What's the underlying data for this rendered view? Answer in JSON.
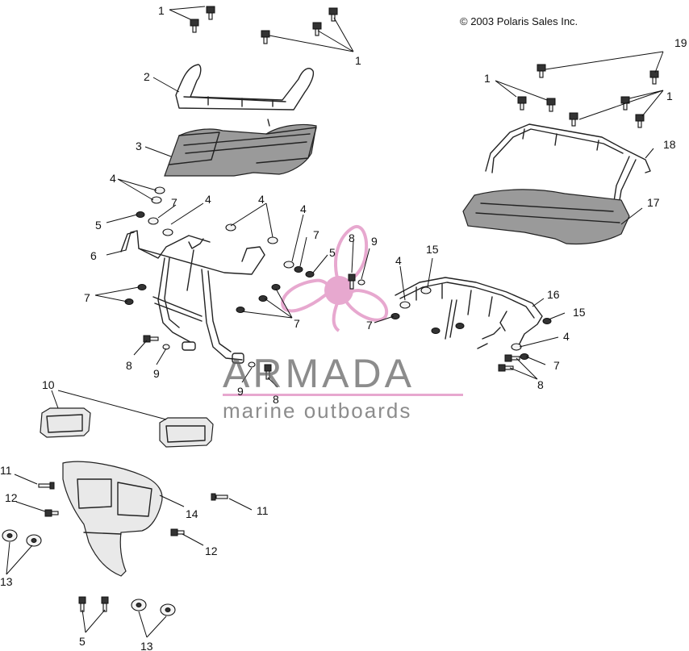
{
  "copyright": "© 2003 Polaris Sales Inc.",
  "watermark": {
    "brand": "ARMADA",
    "tagline": "marine outboards",
    "logo_color": "#e7a8cf",
    "text_color": "#5f5f5f",
    "line_color": "#e7a8cf"
  },
  "callouts": [
    {
      "id": "c1a",
      "text": "1"
    },
    {
      "id": "c1b",
      "text": "1"
    },
    {
      "id": "c1c",
      "text": "1"
    },
    {
      "id": "c1d",
      "text": "1"
    },
    {
      "id": "c2",
      "text": "2"
    },
    {
      "id": "c3",
      "text": "3"
    },
    {
      "id": "c4a",
      "text": "4"
    },
    {
      "id": "c4b",
      "text": "4"
    },
    {
      "id": "c4c",
      "text": "4"
    },
    {
      "id": "c4d",
      "text": "4"
    },
    {
      "id": "c4e",
      "text": "4"
    },
    {
      "id": "c4f",
      "text": "4"
    },
    {
      "id": "c5a",
      "text": "5"
    },
    {
      "id": "c5b",
      "text": "5"
    },
    {
      "id": "c5c",
      "text": "5"
    },
    {
      "id": "c6",
      "text": "6"
    },
    {
      "id": "c7a",
      "text": "7"
    },
    {
      "id": "c7b",
      "text": "7"
    },
    {
      "id": "c7c",
      "text": "7"
    },
    {
      "id": "c7d",
      "text": "7"
    },
    {
      "id": "c7e",
      "text": "7"
    },
    {
      "id": "c7f",
      "text": "7"
    },
    {
      "id": "c8a",
      "text": "8"
    },
    {
      "id": "c8b",
      "text": "8"
    },
    {
      "id": "c8c",
      "text": "8"
    },
    {
      "id": "c8d",
      "text": "8"
    },
    {
      "id": "c9a",
      "text": "9"
    },
    {
      "id": "c9b",
      "text": "9"
    },
    {
      "id": "c9c",
      "text": "9"
    },
    {
      "id": "c10",
      "text": "10"
    },
    {
      "id": "c11a",
      "text": "11"
    },
    {
      "id": "c11b",
      "text": "11"
    },
    {
      "id": "c12a",
      "text": "12"
    },
    {
      "id": "c12b",
      "text": "12"
    },
    {
      "id": "c13a",
      "text": "13"
    },
    {
      "id": "c13b",
      "text": "13"
    },
    {
      "id": "c14",
      "text": "14"
    },
    {
      "id": "c15a",
      "text": "15"
    },
    {
      "id": "c15b",
      "text": "15"
    },
    {
      "id": "c16",
      "text": "16"
    },
    {
      "id": "c17",
      "text": "17"
    },
    {
      "id": "c18",
      "text": "18"
    },
    {
      "id": "c19",
      "text": "19"
    }
  ]
}
